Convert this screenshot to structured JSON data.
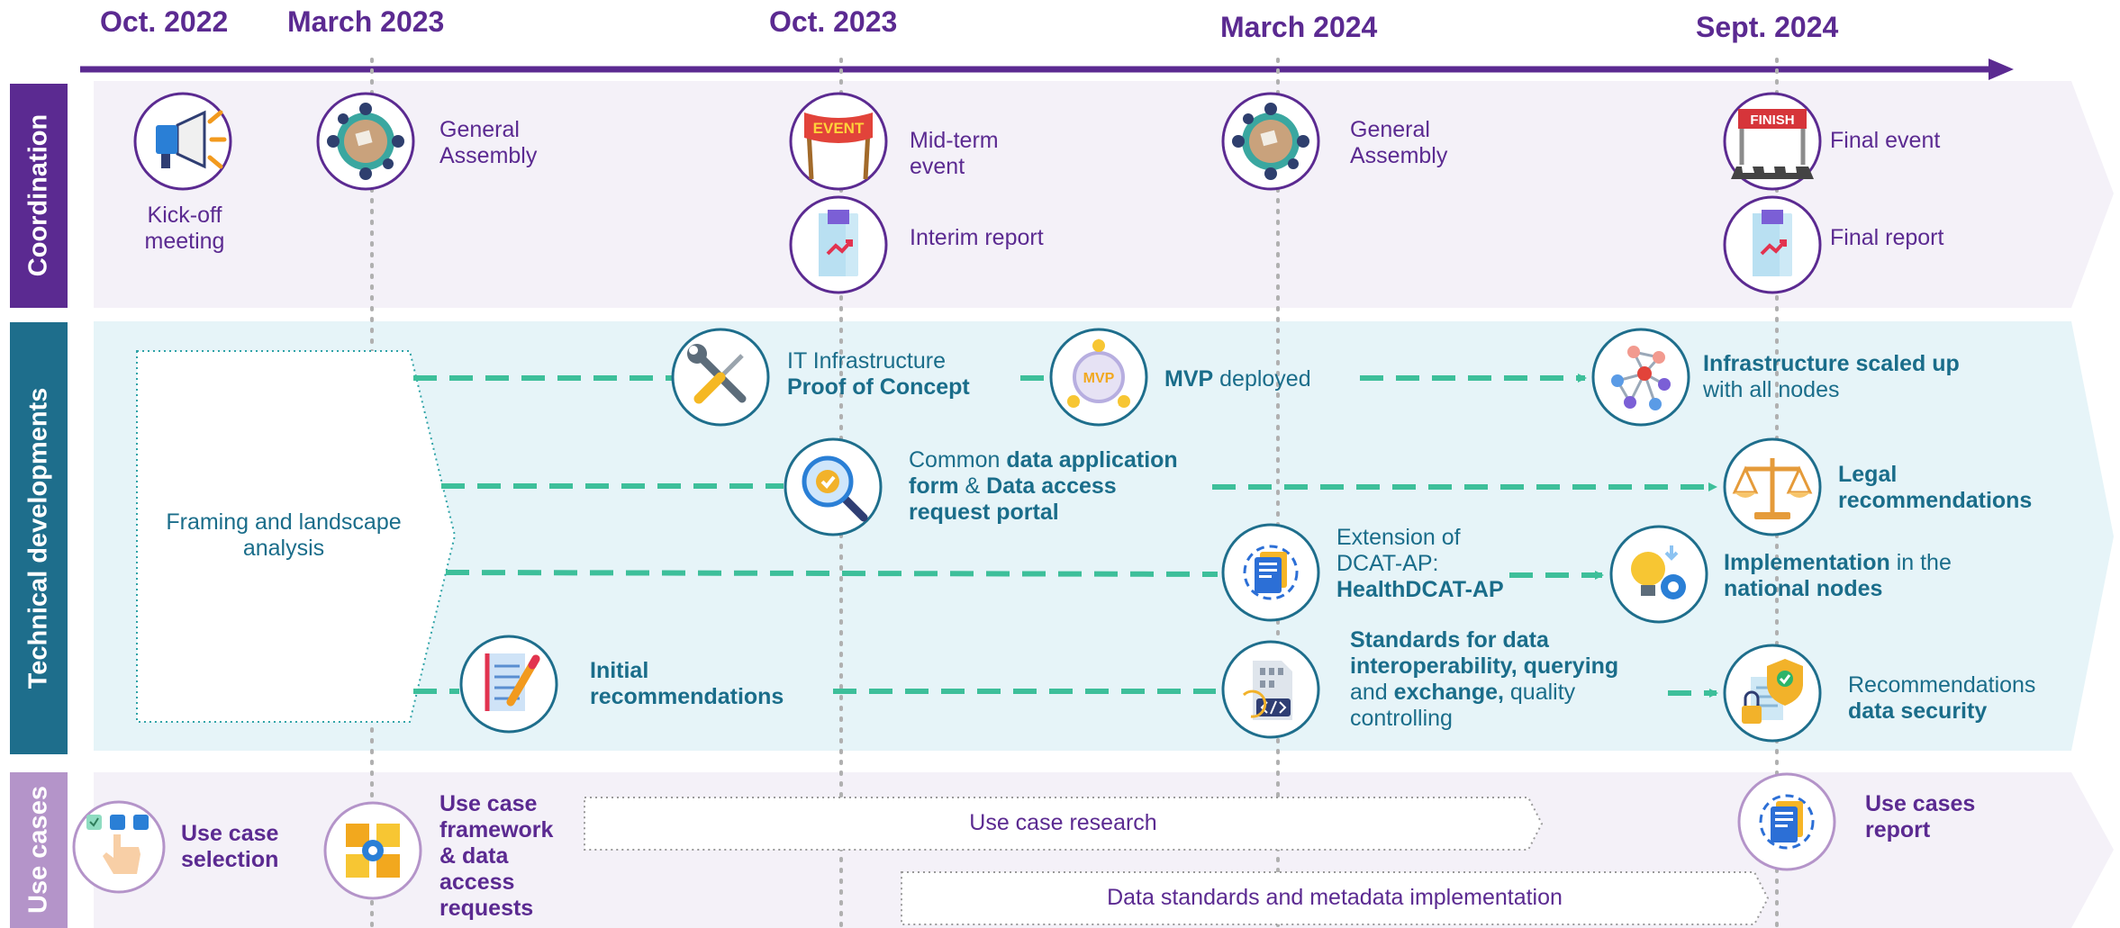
{
  "timeline": {
    "dates": [
      "Oct. 2022",
      "March 2023",
      "Oct. 2023",
      "March 2024",
      "Sept. 2024"
    ]
  },
  "lanes": {
    "coordination": "Coordination",
    "technical": "Technical developments",
    "use_cases": "Use cases"
  },
  "coordination": {
    "kickoff": [
      "Kick-off",
      "meeting"
    ],
    "general_assembly_1": [
      "General",
      "Assembly"
    ],
    "midterm": [
      "Mid-term",
      "event"
    ],
    "interim_report": "Interim report",
    "general_assembly_2": [
      "General",
      "Assembly"
    ],
    "final_event": "Final event",
    "final_report": "Final report"
  },
  "technical": {
    "framing": [
      "Framing and landscape",
      "analysis"
    ],
    "it_infra": [
      "IT Infrastructure",
      "Proof of Concept"
    ],
    "mvp": [
      "MVP",
      " deployed"
    ],
    "infra_scaled": [
      "Infrastructure scaled up",
      "with all nodes"
    ],
    "common_form": [
      "Common ",
      "data application",
      "form",
      " & ",
      "Data access",
      "request portal"
    ],
    "legal": [
      "Legal",
      "recommendations"
    ],
    "dcat": [
      "Extension of",
      "DCAT-AP:",
      "HealthDCAT-AP"
    ],
    "implementation": [
      "Implementation",
      " in the",
      "national nodes"
    ],
    "initial": [
      "Initial",
      "recommendations"
    ],
    "standards": [
      "Standards for data",
      "interoperability, querying",
      "and ",
      "exchange,",
      " quality",
      "controlling"
    ],
    "security": [
      "Recommendations",
      "data security"
    ]
  },
  "use_cases": {
    "selection": [
      "Use case",
      "selection"
    ],
    "framework": [
      "Use case",
      "framework",
      "& data",
      "access",
      "requests"
    ],
    "research": "Use case research",
    "data_standards": "Data standards and metadata implementation",
    "report": [
      "Use cases",
      "report"
    ]
  },
  "icons": {
    "kickoff": "megaphone-icon",
    "assembly": "meeting-table-icon",
    "midterm": "event-banner-icon",
    "report": "report-chart-icon",
    "final_event": "finish-flag-icon",
    "it_infra": "wrench-screwdriver-icon",
    "mvp": "mvp-badge-icon",
    "infra_scaled": "network-nodes-icon",
    "common_form": "magnifier-check-icon",
    "legal": "scales-icon",
    "dcat": "document-sync-icon",
    "implementation": "lightbulb-gear-icon",
    "initial": "notebook-pencil-icon",
    "standards": "code-file-icon",
    "security": "shield-lock-icon",
    "selection": "hand-select-icon",
    "framework": "puzzle-gear-icon",
    "uc_report": "document-sync-icon"
  },
  "badges": {
    "event_banner": "EVENT",
    "finish_banner": "FINISH",
    "mvp": "MVP"
  },
  "colors": {
    "purple": "#5b2a91",
    "teal_dark": "#1e6e8c",
    "green_arrow": "#3dbf9a",
    "lane_light": "#f4f1f8",
    "tech_bg": "#e6f4f8",
    "use_case_label": "#b494c9"
  }
}
